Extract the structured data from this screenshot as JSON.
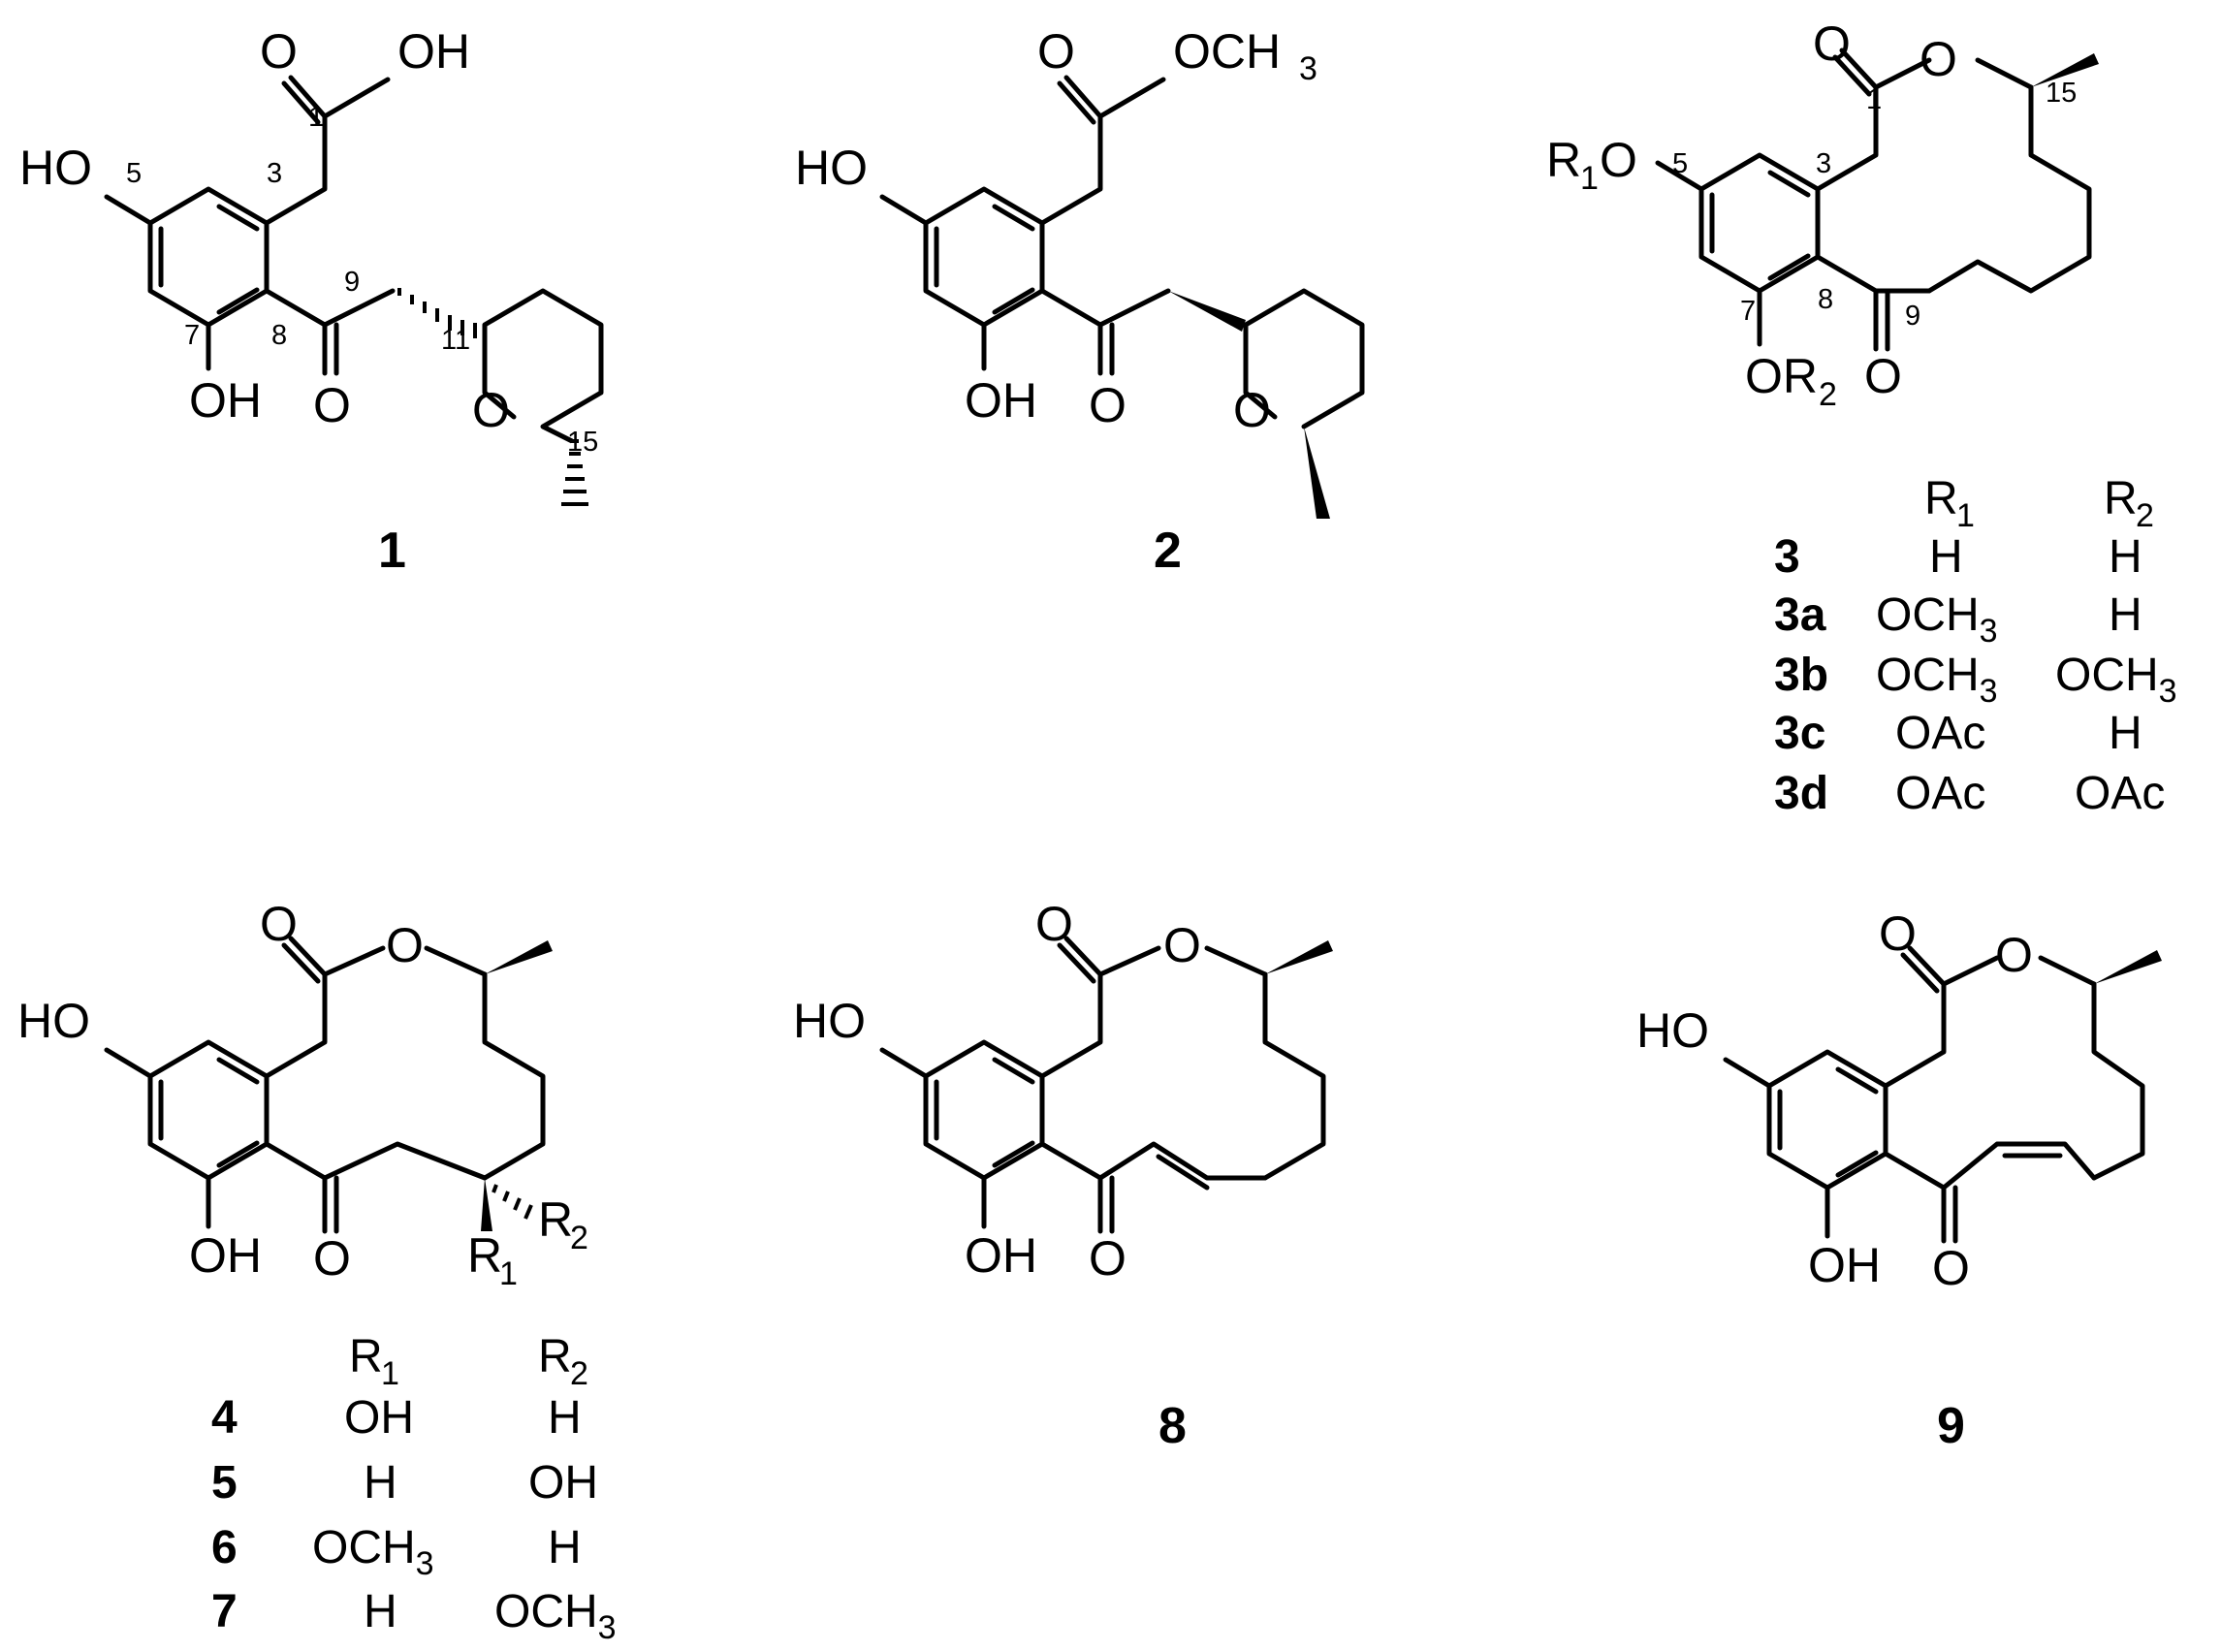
{
  "structures": [
    {
      "compound_id": "1",
      "atom_labels": [
        "O",
        "OH",
        "HO",
        "OH",
        "O",
        "O"
      ],
      "locants": [
        "1",
        "3",
        "5",
        "7",
        "8",
        "9",
        "11",
        "15"
      ]
    },
    {
      "compound_id": "2",
      "atom_labels": [
        "O",
        "OCH",
        "HO",
        "OH",
        "O",
        "O"
      ],
      "subscripts": [
        "3"
      ]
    },
    {
      "compound_id": "3",
      "atom_labels": [
        "O",
        "O",
        "R",
        "O",
        "OR",
        "O"
      ],
      "subscripts": [
        "1",
        "2"
      ],
      "locants": [
        "1",
        "3",
        "5",
        "7",
        "8",
        "9",
        "15"
      ],
      "substituent_table": {
        "headers": [
          "R",
          "R"
        ],
        "header_subscripts": [
          "1",
          "2"
        ],
        "rows": [
          {
            "id": "3",
            "r1": "H",
            "r2": "H"
          },
          {
            "id": "3a",
            "r1": "OCH3",
            "r2": "H"
          },
          {
            "id": "3b",
            "r1": "OCH3",
            "r2": "OCH3"
          },
          {
            "id": "3c",
            "r1": "OAc",
            "r2": "H"
          },
          {
            "id": "3d",
            "r1": "OAc",
            "r2": "OAc"
          }
        ]
      }
    },
    {
      "compound_ids": [
        "4",
        "5",
        "6",
        "7"
      ],
      "atom_labels": [
        "O",
        "O",
        "HO",
        "OH",
        "O",
        "R",
        "R"
      ],
      "subscripts": [
        "1",
        "2"
      ],
      "substituent_table": {
        "headers": [
          "R",
          "R"
        ],
        "header_subscripts": [
          "1",
          "2"
        ],
        "rows": [
          {
            "id": "4",
            "r1": "OH",
            "r2": "H"
          },
          {
            "id": "5",
            "r1": "H",
            "r2": "OH"
          },
          {
            "id": "6",
            "r1": "OCH3",
            "r2": "H"
          },
          {
            "id": "7",
            "r1": "H",
            "r2": "OCH3"
          }
        ]
      }
    },
    {
      "compound_id": "8",
      "atom_labels": [
        "O",
        "O",
        "HO",
        "OH",
        "O"
      ]
    },
    {
      "compound_id": "9",
      "atom_labels": [
        "O",
        "O",
        "HO",
        "OH",
        "O"
      ]
    }
  ]
}
